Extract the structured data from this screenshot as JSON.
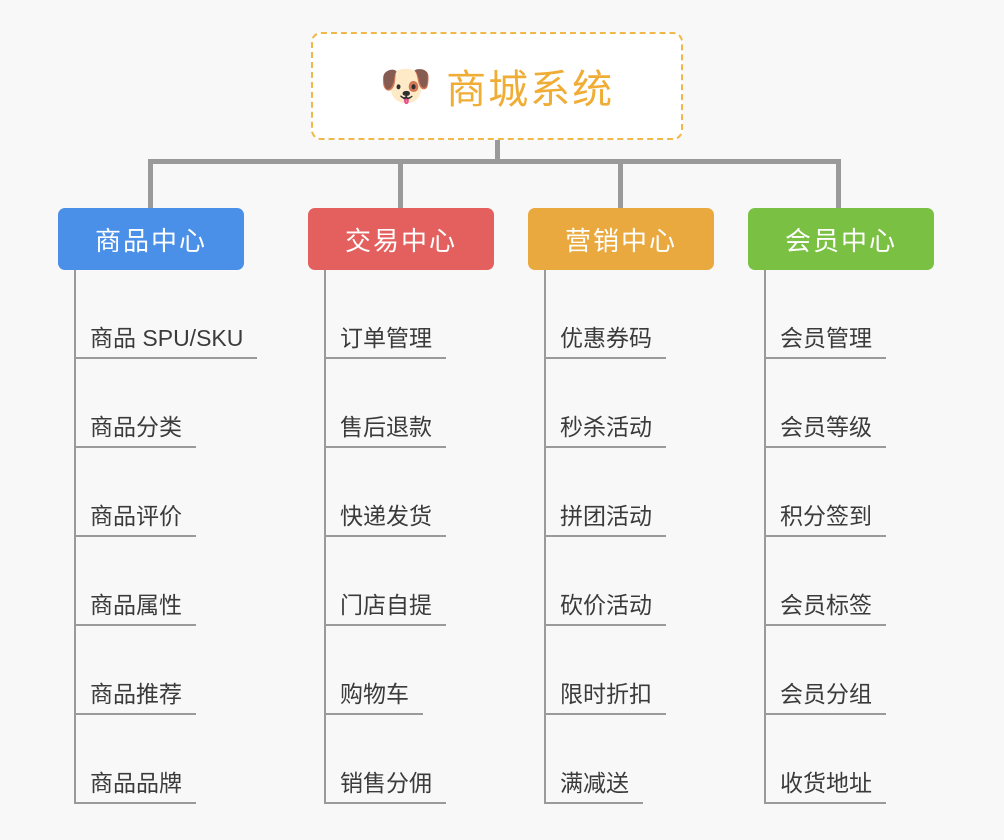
{
  "page": {
    "background_color": "#f8f8f8",
    "connector_color": "#9a9a9a",
    "text_color": "#3b3b3b"
  },
  "root": {
    "icon": "dog-face-emoji",
    "icon_glyph": "🐶",
    "title": "商城系统",
    "title_color": "#f0ad35",
    "border_color": "#f0b84a",
    "background_color": "#ffffff"
  },
  "columns": [
    {
      "id": "product-center",
      "label": "商品中心",
      "color": "#4a90e8",
      "items": [
        "商品 SPU/SKU",
        "商品分类",
        "商品评价",
        "商品属性",
        "商品推荐",
        "商品品牌"
      ]
    },
    {
      "id": "trade-center",
      "label": "交易中心",
      "color": "#e4605e",
      "items": [
        "订单管理",
        "售后退款",
        "快递发货",
        "门店自提",
        "购物车",
        "销售分佣"
      ]
    },
    {
      "id": "marketing-center",
      "label": "营销中心",
      "color": "#eaa93e",
      "items": [
        "优惠券码",
        "秒杀活动",
        "拼团活动",
        "砍价活动",
        "限时折扣",
        "满减送"
      ]
    },
    {
      "id": "member-center",
      "label": "会员中心",
      "color": "#7ac143",
      "items": [
        "会员管理",
        "会员等级",
        "积分签到",
        "会员标签",
        "会员分组",
        "收货地址"
      ]
    }
  ]
}
